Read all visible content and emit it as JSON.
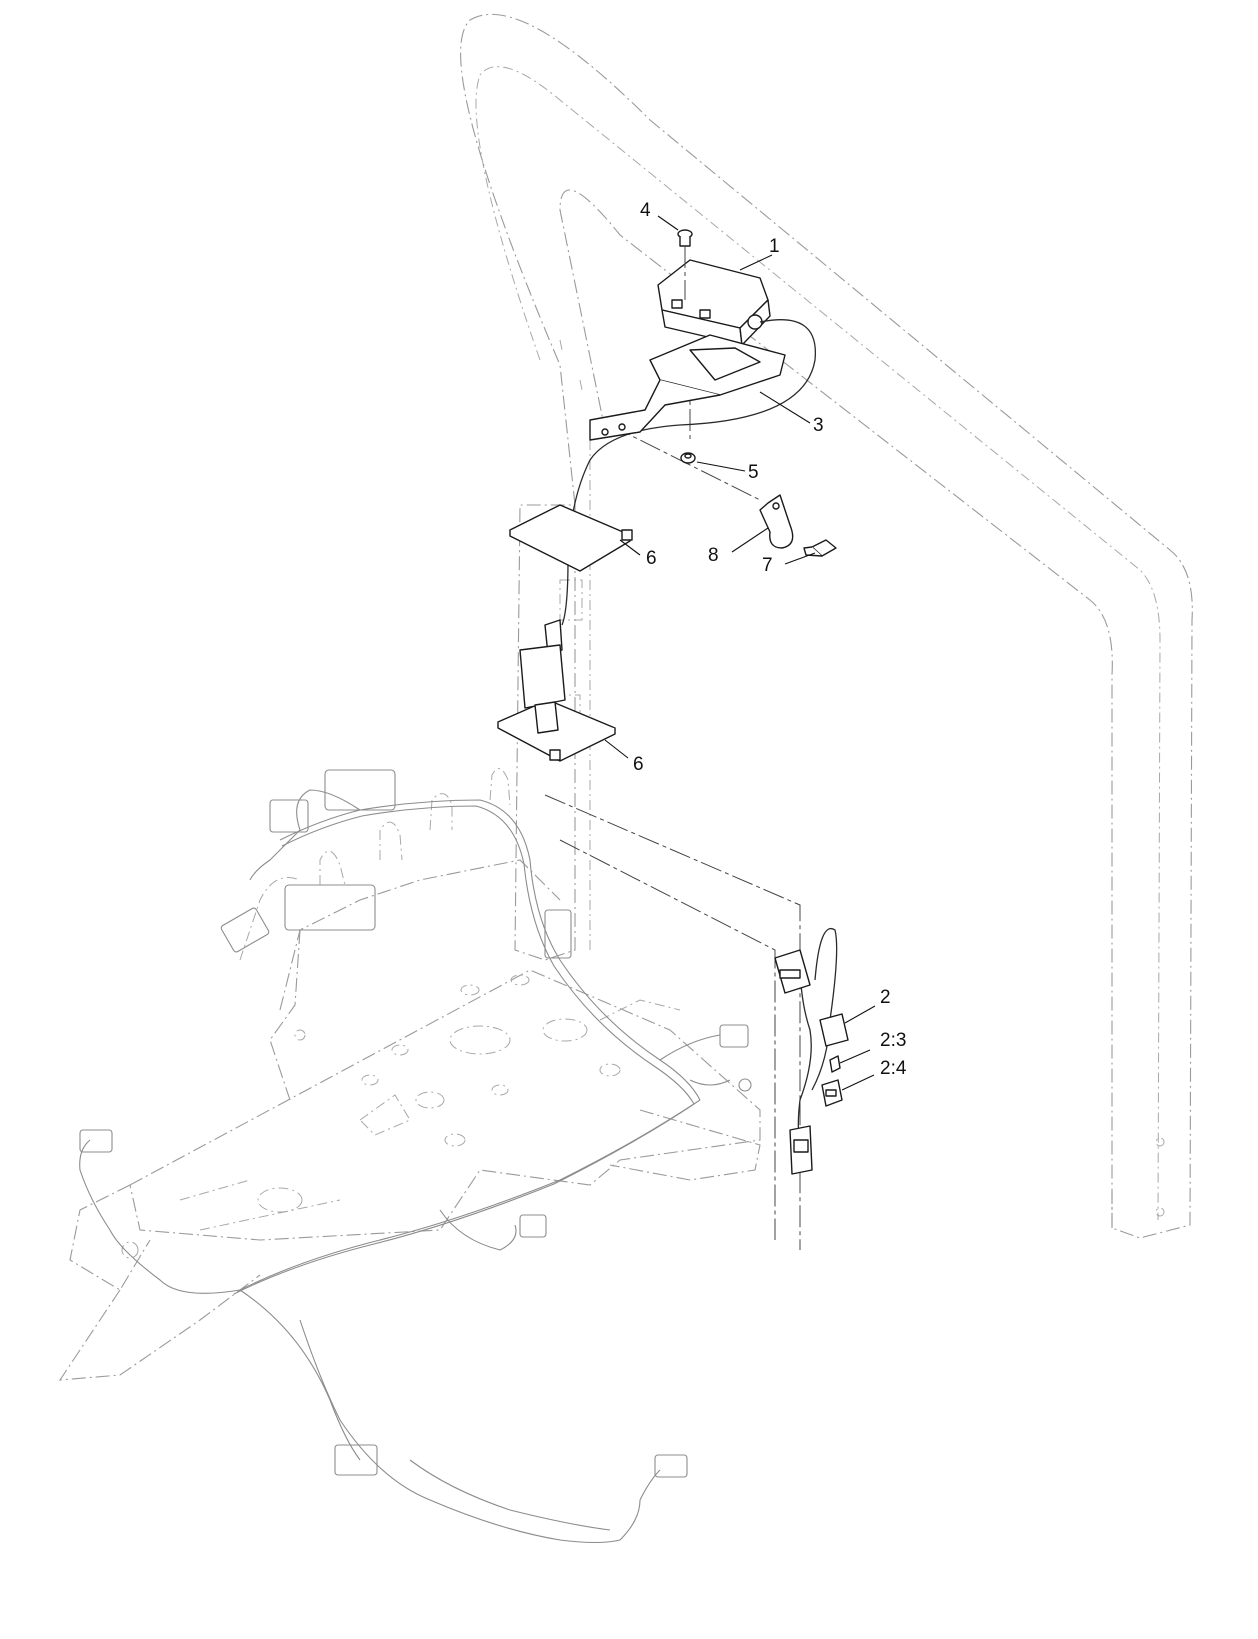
{
  "callouts": [
    {
      "id": "c1",
      "label": "1",
      "part": "module"
    },
    {
      "id": "c2",
      "label": "2",
      "part": "wire-harness-connector"
    },
    {
      "id": "c3",
      "label": "2:3",
      "part": "fuse"
    },
    {
      "id": "c4",
      "label": "2:4",
      "part": "fuse-holder"
    },
    {
      "id": "c5",
      "label": "3",
      "part": "mounting-bracket"
    },
    {
      "id": "c6",
      "label": "4",
      "part": "screw"
    },
    {
      "id": "c7",
      "label": "5",
      "part": "nut"
    },
    {
      "id": "c8",
      "label": "6",
      "part": "cable-tie-upper"
    },
    {
      "id": "c9",
      "label": "6",
      "part": "cable-tie-lower"
    },
    {
      "id": "c10",
      "label": "7",
      "part": "bolt"
    },
    {
      "id": "c11",
      "label": "8",
      "part": "p-clamp"
    }
  ],
  "colors": {
    "line": "#1a1a1a",
    "ghost": "#9a9a9a",
    "background": "#ffffff"
  }
}
